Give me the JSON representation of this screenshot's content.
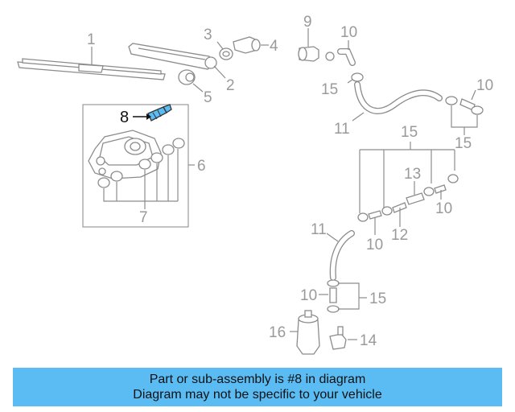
{
  "diagram": {
    "callouts": {
      "part_1": "1",
      "part_2": "2",
      "part_3": "3",
      "part_4": "4",
      "part_5": "5",
      "part_6": "6",
      "part_7": "7",
      "part_8": "8",
      "part_9": "9",
      "part_10": "10",
      "part_11": "11",
      "part_12": "12",
      "part_13": "13",
      "part_14": "14",
      "part_15": "15",
      "part_16": "16"
    },
    "highlighted_part": "8",
    "highlight_color": "#5bbcf4",
    "line_color": "#8c8c8c"
  },
  "caption": {
    "line1": "Part or sub-assembly is #8 in diagram",
    "line2": "Diagram may not be specific to your vehicle",
    "background": "#5bbcf4"
  }
}
